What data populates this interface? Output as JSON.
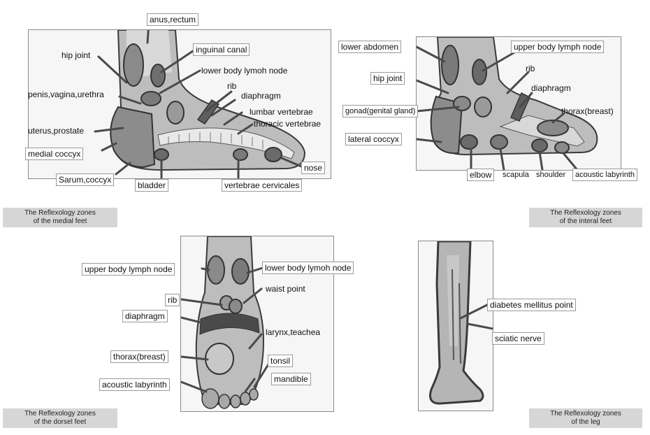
{
  "medial": {
    "labels": {
      "anus_rectum": "anus,rectum",
      "hip_joint": "hip joint",
      "inguinal_canal": "inguinal canal",
      "lower_body_lymph": "lower body lymoh node",
      "rib": "rib",
      "penis": "penis,vagina,urethra",
      "diaphragm": "diaphragm",
      "lumbar": "lumbar vertebrae",
      "thoracic": "thoracic vertebrae",
      "uterus": "uterus,prostate",
      "medial_coccyx": "medial coccyx",
      "sarum": "Sarum,coccyx",
      "bladder": "bladder",
      "nose": "nose",
      "cervicales": "vertebrae cervicales"
    },
    "caption": [
      "The Reflexology zones",
      "of the medial feet"
    ]
  },
  "interal": {
    "labels": {
      "lower_abdomen": "lower abdomen",
      "upper_body_lymph": "upper body lymph node",
      "rib": "rib",
      "hip_joint": "hip joint",
      "diaphragm": "diaphragm",
      "gonad": "gonad(genital gland)",
      "thorax": "thorax(breast)",
      "lateral_coccyx": "lateral coccyx",
      "elbow": "elbow",
      "scapula": "scapula",
      "shoulder": "shoulder",
      "acoustic": "acoustic labyrinth"
    },
    "caption": [
      "The Reflexology zones",
      "of the interal feet"
    ]
  },
  "dorsal": {
    "labels": {
      "upper_body_lymph": "upper body lymph node",
      "lower_body_lymph": "lower body lymoh node",
      "waist_point": "waist point",
      "rib": "rib",
      "diaphragm": "diaphragm",
      "larynx": "larynx,teachea",
      "thorax": "thorax(breast)",
      "tonsil": "tonsil",
      "mandible": "mandible",
      "acoustic": "acoustic labyrinth"
    },
    "caption": [
      "The Reflexology zones",
      "of the dorsel feet"
    ]
  },
  "leg": {
    "labels": {
      "diabetes": "diabetes mellitus point",
      "sciatic": "sciatic nerve"
    },
    "caption": [
      "The Reflexology zones",
      "of the leg"
    ]
  }
}
